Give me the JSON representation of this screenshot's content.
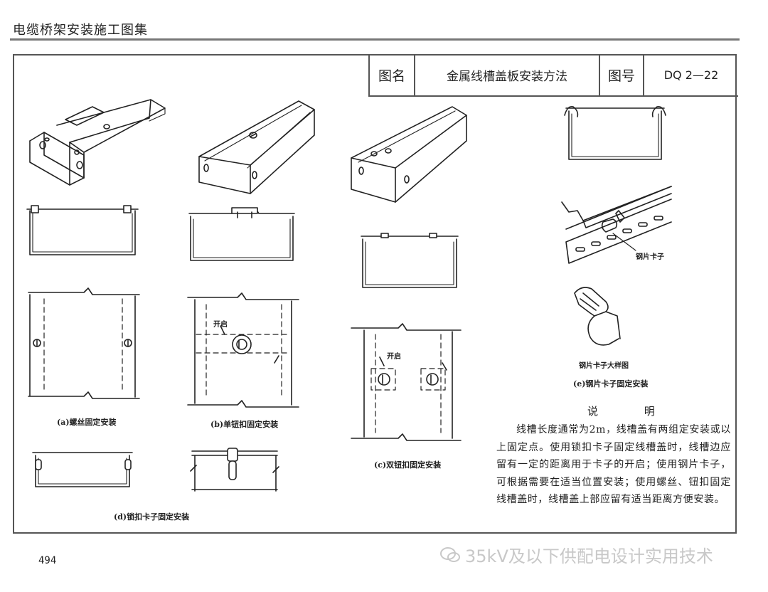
{
  "header": {
    "book_title": "电缆桥架安装施工图集"
  },
  "title_block": {
    "name_label": "图名",
    "name_value": "金属线槽盖板安装方法",
    "number_label": "图号",
    "number_value": "DQ 2—22"
  },
  "captions": {
    "a": "(a)螺丝固定安装",
    "b": "(b)单钮扣固定安装",
    "c": "(c)双钮扣固定安装",
    "d": "(d)锁扣卡子固定安装",
    "e": "(e)钢片卡子固定安装"
  },
  "callouts": {
    "open_b": "开启",
    "open_c": "开启",
    "steel_clip": "钢片卡子",
    "clip_detail": "钢片卡子大样图"
  },
  "notes": {
    "heading": "说 明",
    "body": "线槽长度通常为2m，线槽盖有两组定安装或以上固定点。使用锁扣卡子固定线槽盖时，线槽边应留有一定的距离用于卡子的开启；使用钢片卡子，可根据需要在适当位置安装；使用螺丝、钮扣固定线槽盖时，线槽盖上部应留有适当距离方便安装。"
  },
  "footer": {
    "page_number": "494",
    "watermark": "35kV及以下供配电设计实用技术"
  }
}
